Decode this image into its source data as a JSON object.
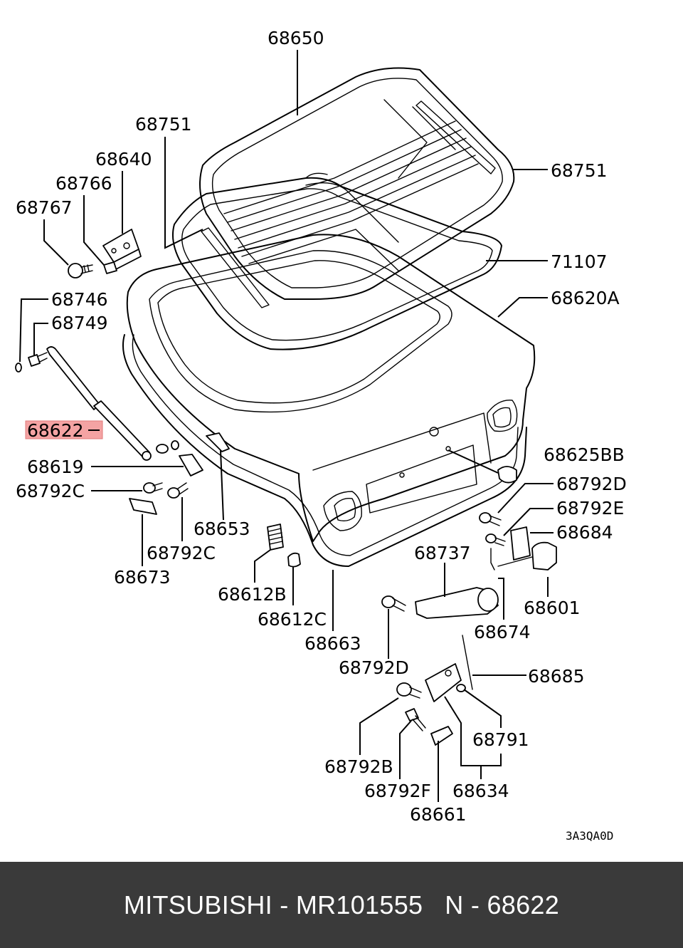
{
  "diagram": {
    "code": "3A3QA0D",
    "highlight_color": "#f4a3a3",
    "labels": {
      "l68650": "68650",
      "l68751a": "68751",
      "l68751b": "68751",
      "l68640": "68640",
      "l68766": "68766",
      "l68767": "68767",
      "l71107": "71107",
      "l68620A": "68620A",
      "l68746": "68746",
      "l68749": "68749",
      "l68622": "68622",
      "l68619": "68619",
      "l68792C_a": "68792C",
      "l68625BB": "68625BB",
      "l68792D_a": "68792D",
      "l68792E": "68792E",
      "l68684": "68684",
      "l68653": "68653",
      "l68792C_b": "68792C",
      "l68673": "68673",
      "l68737": "68737",
      "l68601": "68601",
      "l68612B": "68612B",
      "l68612C": "68612C",
      "l68674": "68674",
      "l68663": "68663",
      "l68792D_b": "68792D",
      "l68685": "68685",
      "l68791": "68791",
      "l68792B": "68792B",
      "l68792F": "68792F",
      "l68634": "68634",
      "l68661": "68661"
    }
  },
  "footer": {
    "text": "MITSUBISHI - MR101555   N - 68622",
    "bg_color": "#3a3a3a",
    "text_color": "#ffffff"
  }
}
